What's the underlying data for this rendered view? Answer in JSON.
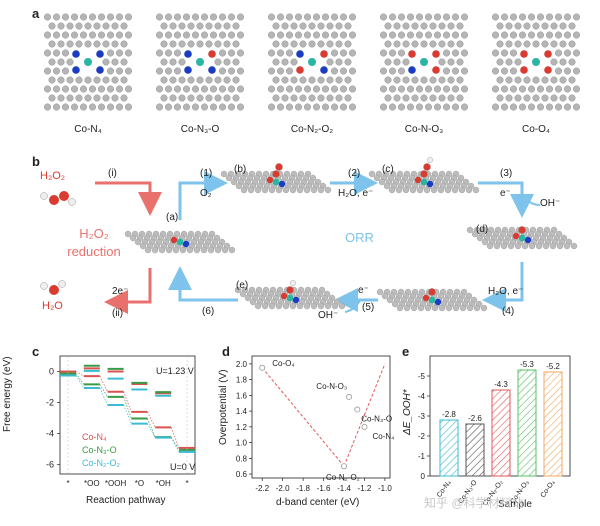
{
  "panels": {
    "a": {
      "letter": "a",
      "structures": [
        {
          "label": "Co-N₄",
          "pattern": [
            "N",
            "N",
            "N",
            "N"
          ]
        },
        {
          "label": "Co-N₃-O",
          "pattern": [
            "N",
            "O",
            "N",
            "N"
          ]
        },
        {
          "label": "Co-N₂-O₂",
          "pattern": [
            "N",
            "O",
            "O",
            "N"
          ]
        },
        {
          "label": "Co-N-O₃",
          "pattern": [
            "O",
            "O",
            "N",
            "O"
          ]
        },
        {
          "label": "Co-O₄",
          "pattern": [
            "O",
            "O",
            "O",
            "O"
          ]
        }
      ]
    },
    "b": {
      "letter": "b",
      "h2o2_top": "H₂O₂",
      "step_i": "(i)",
      "h2o2_reduction_1": "H₂O₂",
      "h2o2_reduction_2": "reduction",
      "two_e": "2e⁻",
      "step_ii": "(ii)",
      "h2o_left": "H₂O",
      "step_1": "(1)",
      "o2": "O₂",
      "label_a": "(a)",
      "label_b": "(b)",
      "step_2": "(2)",
      "h2o_e_2": "H₂O, e⁻",
      "label_c": "(c)",
      "step_3": "(3)",
      "e_3": "e⁻",
      "oh_3": "OH⁻",
      "label_d": "(d)",
      "orr": "ORR",
      "h2o_e_4": "H₂O, e⁻",
      "step_4": "(4)",
      "e_5": "e⁻",
      "step_5": "(5)",
      "oh_5": "OH⁻",
      "label_e": "(e)",
      "step_6": "(6)"
    },
    "c": {
      "letter": "c",
      "ylabel": "Free energy (eV)",
      "xlabel": "Reaction pathway",
      "u123": "U=1.23 V",
      "u0": "U=0 V",
      "steps": [
        "*",
        "*OO",
        "*OOH",
        "*O",
        "*OH",
        "*"
      ],
      "yticks": [
        "0",
        "-2",
        "-4",
        "-6"
      ],
      "legend": [
        "Co-N₄",
        "Co-N₃-O",
        "Co-N₂-O₂"
      ],
      "colors": {
        "CoN4": "#d9534f",
        "CoN3O": "#3a9a45",
        "CoN2O2": "#3bbbd6"
      }
    },
    "d": {
      "letter": "d",
      "ylabel": "Overpotential (V)",
      "xlabel": "d-band center (eV)",
      "xticks": [
        "-2.2",
        "-2.0",
        "-1.8",
        "-1.6",
        "-1.4",
        "-1.2",
        "-1.0"
      ],
      "yticks": [
        "0.6",
        "0.8",
        "1.0",
        "1.2",
        "1.4",
        "1.6",
        "1.8",
        "2.0"
      ],
      "points": [
        {
          "label": "Co-O₄",
          "x": -2.2,
          "y": 1.95
        },
        {
          "label": "Co-N-O₃",
          "x": -1.35,
          "y": 1.58
        },
        {
          "label": "Co-N₃-O",
          "x": -1.27,
          "y": 1.42
        },
        {
          "label": "Co-N₄",
          "x": -1.2,
          "y": 1.2
        },
        {
          "label": "Co-N₂-O₂",
          "x": -1.4,
          "y": 0.7
        }
      ]
    },
    "e": {
      "letter": "e",
      "ylabel": "ΔE_OOH*",
      "xlabel": "Sample",
      "yticks": [
        "-5",
        "-4",
        "-3",
        "-2",
        "-1",
        "0"
      ],
      "bars": [
        {
          "label": "Co-N₄",
          "value": -2.8,
          "value_text": "-2.8",
          "color": "#3bbbd6"
        },
        {
          "label": "Co-N₃-O",
          "value": -2.6,
          "value_text": "-2.6",
          "color": "#555555"
        },
        {
          "label": "Co-N₂-O₂",
          "value": -4.3,
          "value_text": "-4.3",
          "color": "#e05a5a"
        },
        {
          "label": "Co-N-O₃",
          "value": -5.3,
          "value_text": "-5.3",
          "color": "#55c065"
        },
        {
          "label": "Co-O₄",
          "value": -5.2,
          "value_text": "-5.2",
          "color": "#f0a860"
        }
      ]
    }
  },
  "watermark": "知乎 @科学材料站"
}
